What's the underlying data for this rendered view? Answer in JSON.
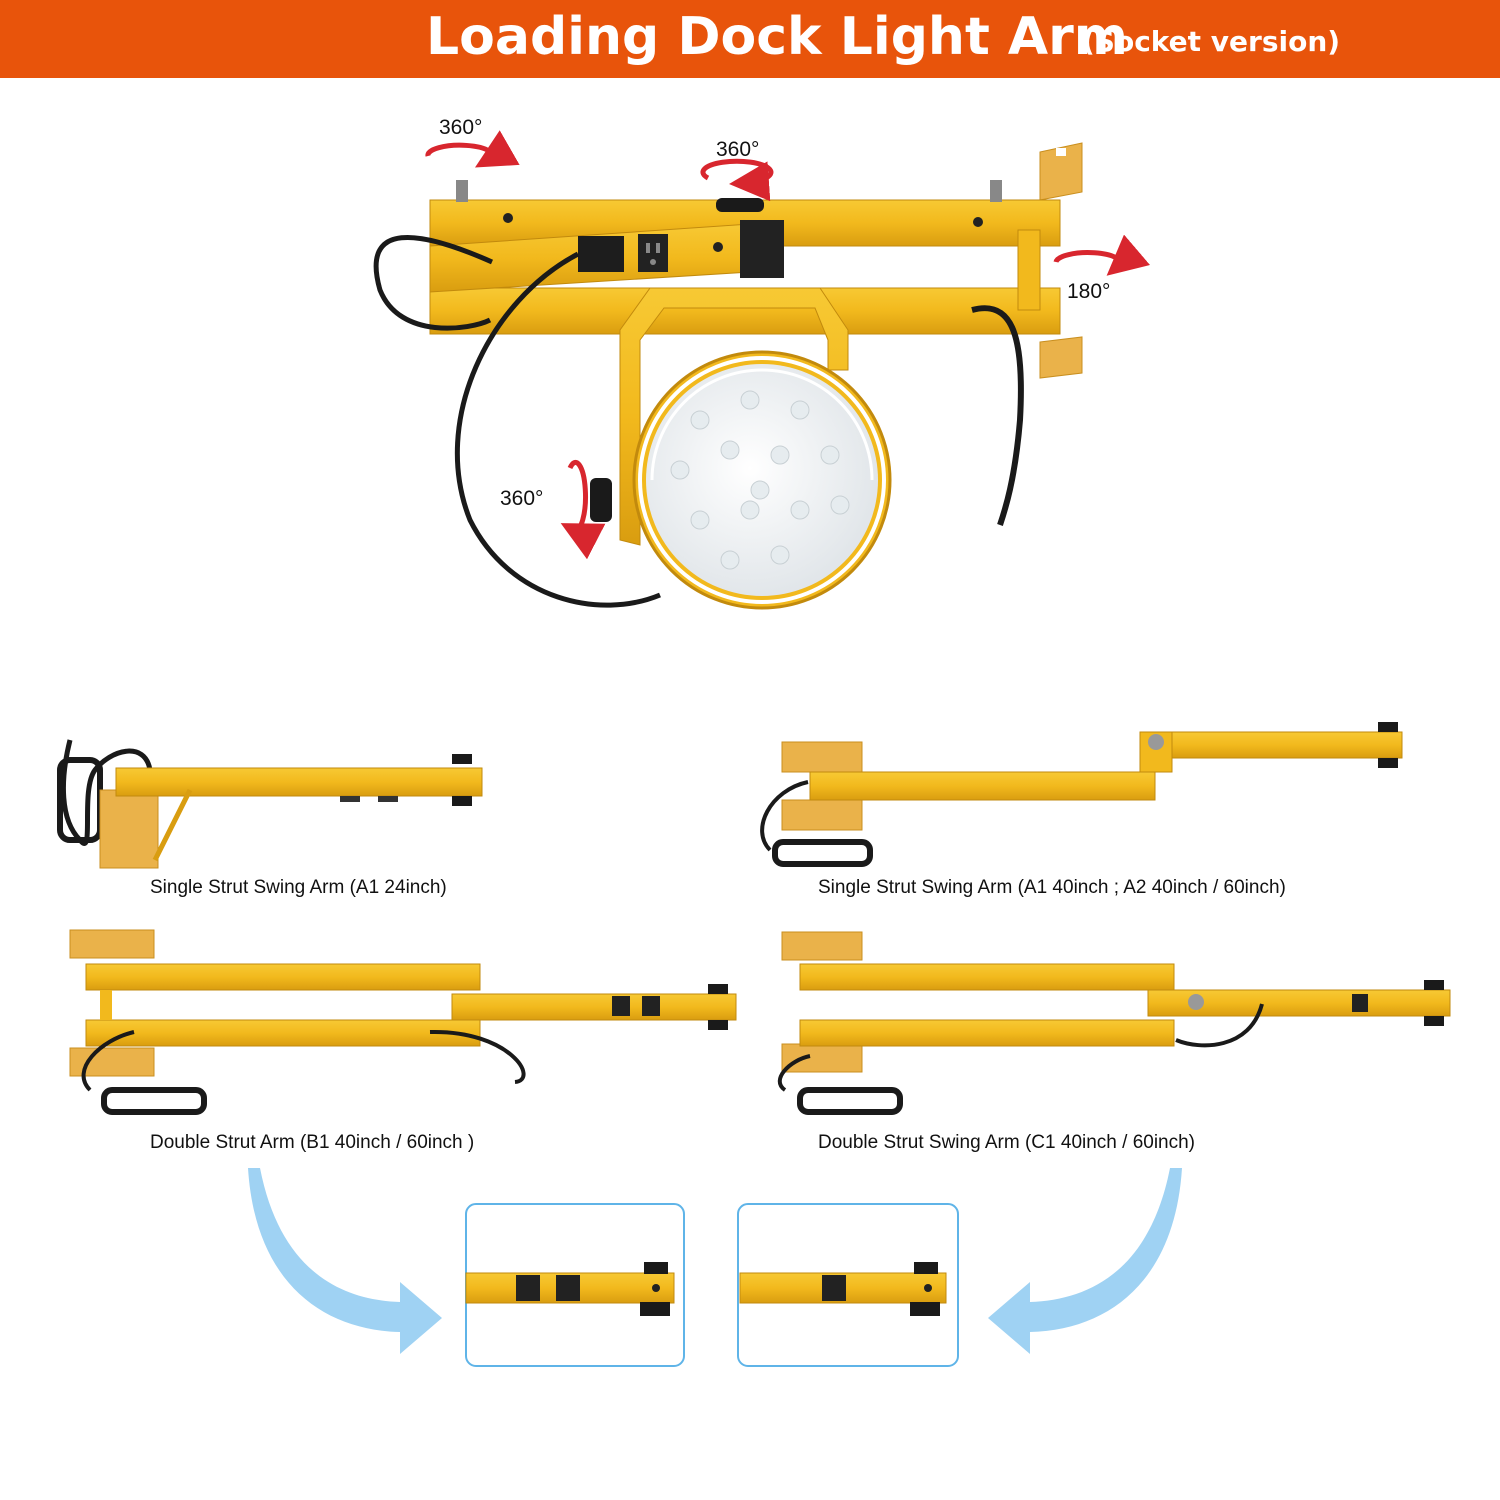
{
  "header": {
    "title": "Loading Dock Light Arm",
    "subtitle": "(Socket version)"
  },
  "rotation_labels": {
    "top_left": "360°",
    "top_center": "360°",
    "right_pivot": "180°",
    "lamp_tilt": "360°"
  },
  "variants": [
    {
      "caption": "Single Strut Swing Arm  (A1 24inch)"
    },
    {
      "caption": "Single Strut Swing Arm  (A1 40inch ; A2 40inch / 60inch)"
    },
    {
      "caption": "Double Strut Arm  (B1 40inch / 60inch )"
    },
    {
      "caption": "Double Strut Swing Arm   (C1 40inch / 60inch)"
    }
  ],
  "colors": {
    "banner": "#e8540b",
    "arm_yellow": "#f2b91d",
    "rotation_arrow": "#d8262e",
    "callout_blue": "#7cc3ee"
  }
}
